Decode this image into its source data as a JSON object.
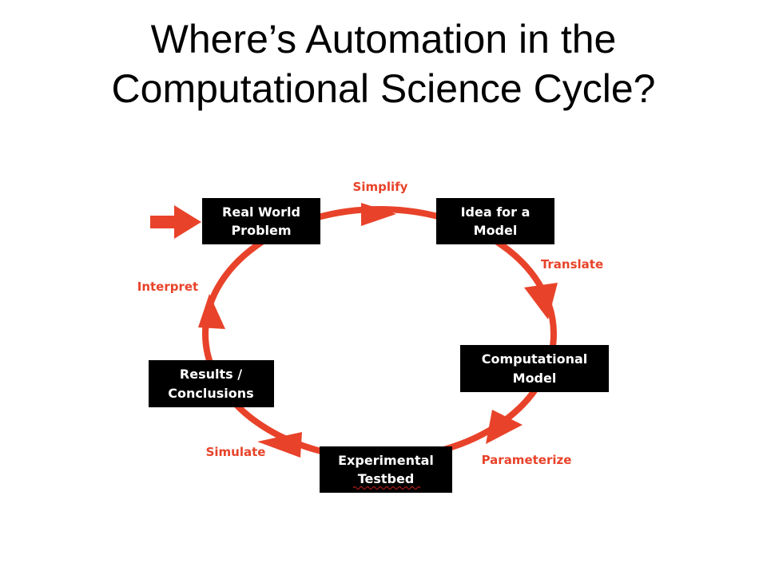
{
  "slide": {
    "title_line1": "Where’s Automation in the",
    "title_line2": "Computational Science Cycle?"
  },
  "diagram": {
    "colors": {
      "arrow": "#e8432a",
      "box_fill": "#000000",
      "box_text": "#ffffff"
    },
    "stages": {
      "real_world_problem": {
        "line1": "Real World",
        "line2": "Problem"
      },
      "idea_for_model": {
        "line1": "Idea for a",
        "line2": "Model"
      },
      "computational_model": {
        "line1": "Computational",
        "line2": "Model"
      },
      "experimental_testbed": {
        "line1": "Experimental",
        "line2": "Testbed"
      },
      "results_conclusions": {
        "line1": "Results /",
        "line2": "Conclusions"
      }
    },
    "transitions": {
      "simplify": "Simplify",
      "translate": "Translate",
      "parameterize": "Parameterize",
      "simulate": "Simulate",
      "interpret": "Interpret"
    }
  }
}
